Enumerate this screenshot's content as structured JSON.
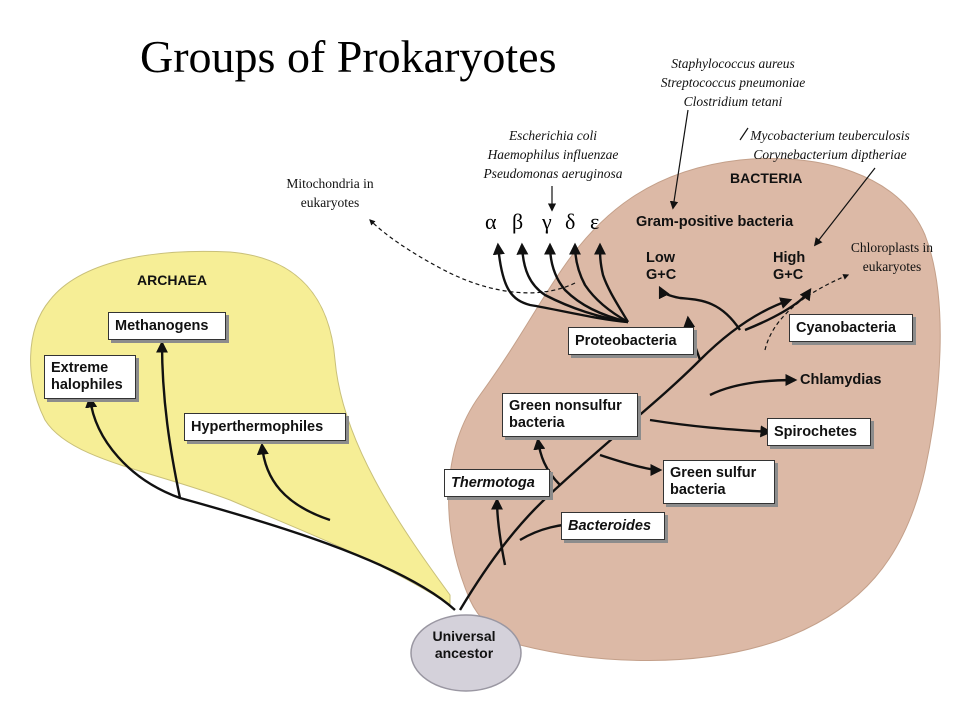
{
  "title": "Groups of Prokaryotes",
  "domains": {
    "archaea": "ARCHAEA",
    "bacteria": "BACTERIA"
  },
  "archaea_groups": {
    "methanogens": "Methanogens",
    "extreme_halophiles": "Extreme halophiles",
    "hyperthermophiles": "Hyperthermophiles"
  },
  "bacteria_groups": {
    "proteobacteria": "Proteobacteria",
    "gram_positive": "Gram-positive bacteria",
    "low_gc": "Low G+C",
    "high_gc": "High G+C",
    "cyanobacteria": "Cyanobacteria",
    "chlamydias": "Chlamydias",
    "green_nonsulfur": "Green nonsulfur bacteria",
    "spirochetes": "Spirochetes",
    "thermotoga": "Thermotoga",
    "green_sulfur": "Green sulfur bacteria",
    "bacteroides": "Bacteroides"
  },
  "universal_ancestor": "Universal ancestor",
  "greek_subgroups": [
    "α",
    "β",
    "γ",
    "δ",
    "ε"
  ],
  "annotations": {
    "mitochondria": [
      "Mitochondria in",
      "eukaryotes"
    ],
    "chloroplasts": [
      "Chloroplasts in",
      "eukaryotes"
    ],
    "gamma_examples": [
      "Escherichia coli",
      "Haemophilus influenzae",
      "Pseudomonas aeruginosa"
    ],
    "low_gc_examples": [
      "Staphylococcus aureus",
      "Streptococcus pneumoniae",
      "Clostridium tetani"
    ],
    "high_gc_examples": [
      "Mycobacterium teuberculosis",
      "Corynebacterium diptheriae"
    ]
  },
  "colors": {
    "archaea_fill": "#f6ee96",
    "bacteria_fill": "#dcb9a6",
    "ancestor_fill": "#d4d1da",
    "line": "#111111"
  }
}
